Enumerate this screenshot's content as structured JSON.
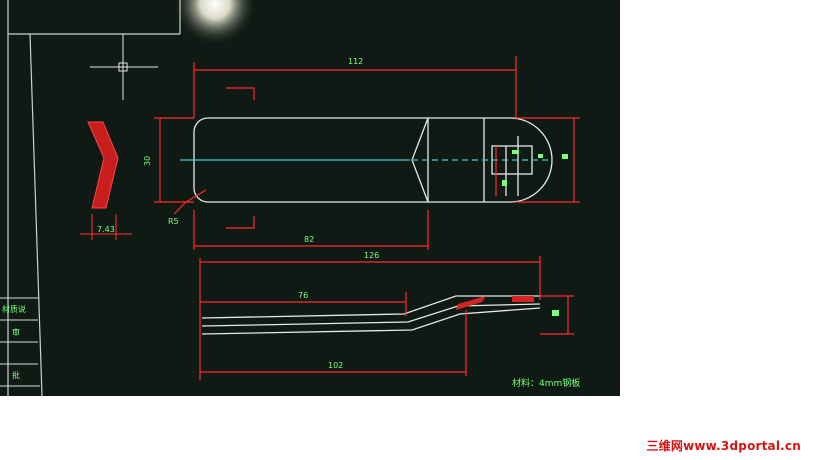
{
  "drawing": {
    "dimensions": {
      "top_length": "112",
      "height": "30",
      "corner_radius": "R5",
      "bottom_length": "82",
      "side_length": "126",
      "inner_length": "76",
      "total_length": "102",
      "thickness": "7.43"
    },
    "material_note": "材料：4mm钢板",
    "title_block": [
      "材质说",
      "审",
      "批"
    ]
  },
  "watermark": "三维网www.3dportal.cn"
}
